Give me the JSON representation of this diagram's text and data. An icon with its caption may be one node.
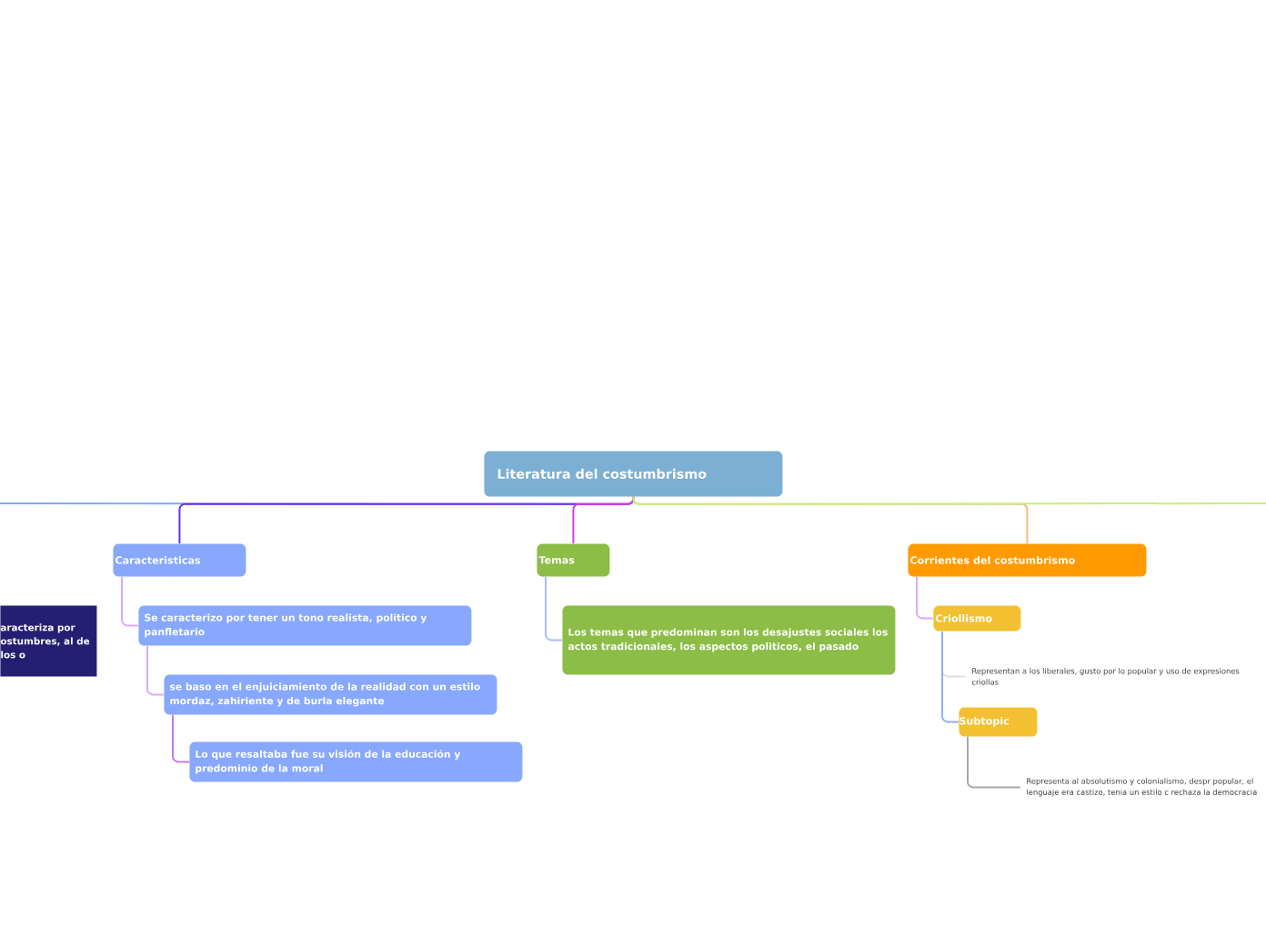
{
  "diagram": {
    "nodes": [
      {
        "text": [
          "Literatura del costumbrismo"
        ]
      },
      {
        "text": [
          "aracteriza por ostumbres, al de los o"
        ]
      },
      {
        "text": [
          "Caracteristicas"
        ]
      },
      {
        "text": [
          "Se caracterizo por tener un tono realista, politico y panfletario"
        ]
      },
      {
        "text": [
          "se baso en el enjuiciamiento de la realidad con un estilo mordaz, zahiriente y de burla elegante"
        ]
      },
      {
        "text": [
          "Lo que resaltaba fue su visión de la educación y predominio de la moral"
        ]
      },
      {
        "text": [
          "Temas"
        ]
      },
      {
        "text": [
          "Los temas que predominan son los desajustes sociales los actos tradicionales, los aspectos politicos, el pasado"
        ]
      },
      {
        "text": [
          "Corrientes del costumbrismo"
        ]
      },
      {
        "text": [
          "Criollismo"
        ]
      },
      {
        "text": [
          "Representan a los liberales, gusto por lo popular y uso de expresiones criollas"
        ]
      },
      {
        "text": [
          "Subtopic"
        ]
      },
      {
        "text": [
          "Representa al absolutismo y colonialismo, despr popular, el lenguaje era castizo, tenia un estilo c rechaza la democracia"
        ]
      }
    ],
    "edges": [
      {
        "from": 0,
        "to": null,
        "arrow": "none",
        "color": "#80a8f4"
      },
      {
        "from": 0,
        "to": 2,
        "arrow": "none",
        "color": "#6a2ee8"
      },
      {
        "from": 0,
        "to": 6,
        "arrow": "none",
        "color": "#d040e0"
      },
      {
        "from": 0,
        "to": 8,
        "arrow": "none",
        "color": "#f4bc78"
      },
      {
        "from": 0,
        "to": null,
        "arrow": "none",
        "color": "#c4f080"
      },
      {
        "from": 2,
        "to": 3,
        "arrow": "none",
        "color": "#dcaaf8"
      },
      {
        "from": 3,
        "to": 4,
        "arrow": "none",
        "color": "#dcaaf8"
      },
      {
        "from": 4,
        "to": 5,
        "arrow": "none",
        "color": "#c478f0"
      },
      {
        "from": 6,
        "to": 7,
        "arrow": "none",
        "color": "#a8bcf8"
      },
      {
        "from": 8,
        "to": 9,
        "arrow": "none",
        "color": "#dcaaf8"
      },
      {
        "from": 9,
        "to": 10,
        "arrow": "none",
        "color": "#e0e0e0"
      },
      {
        "from": 9,
        "to": 11,
        "arrow": "none",
        "color": "#90b0f8"
      },
      {
        "from": 11,
        "to": 12,
        "arrow": "none",
        "color": "#a8a8a8"
      }
    ]
  }
}
